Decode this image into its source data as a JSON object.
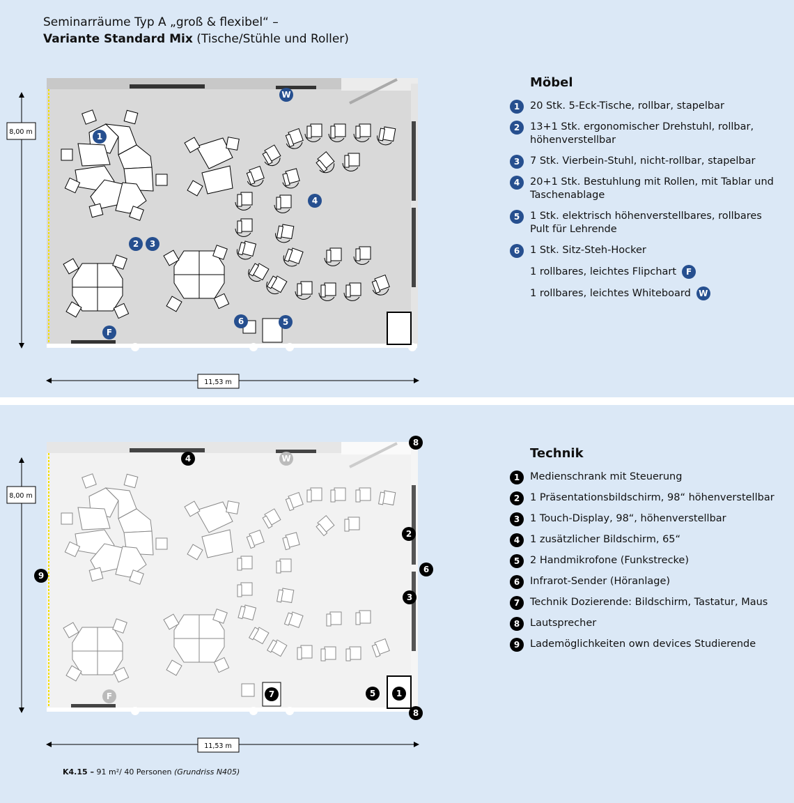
{
  "title": {
    "line1": "Seminarräume Typ A „groß & flexibel“ –",
    "line2_bold": "Variante Standard Mix",
    "line2_rest": " (Tische/Stühle und Roller)"
  },
  "dimensions": {
    "height": "8,00 m",
    "width": "11,53 m"
  },
  "moebel": {
    "heading": "Möbel",
    "items": [
      {
        "num": "1",
        "text": "20 Stk. 5-Eck-Tische, rollbar, stapelbar"
      },
      {
        "num": "2",
        "text": "13+1 Stk. ergonomischer Drehstuhl, rollbar, höhenverstellbar"
      },
      {
        "num": "3",
        "text": "7 Stk. Vierbein-Stuhl, nicht-rollbar, stapelbar"
      },
      {
        "num": "4",
        "text": "20+1 Stk. Bestuhlung mit Rollen, mit Tablar und Taschenablage"
      },
      {
        "num": "5",
        "text": "1 Stk. elektrisch höhenverstellbares, rollbares Pult für Lehrende"
      },
      {
        "num": "6",
        "text": "1 Stk. Sitz-Steh-Hocker"
      }
    ],
    "extras": [
      {
        "text": "1 rollbares, leichtes Flipchart",
        "badge": "F"
      },
      {
        "text": "1 rollbares, leichtes Whiteboard",
        "badge": "W"
      }
    ]
  },
  "technik": {
    "heading": "Technik",
    "items": [
      {
        "num": "1",
        "text": "Medienschrank mit Steuerung"
      },
      {
        "num": "2",
        "text": "1 Präsentationsbildschirm, 98“ höhenverstellbar"
      },
      {
        "num": "3",
        "text": "1 Touch-Display, 98“, höhenverstellbar"
      },
      {
        "num": "4",
        "text": "1 zusätzlicher Bildschirm, 65“"
      },
      {
        "num": "5",
        "text": "2 Handmikrofone (Funkstrecke)"
      },
      {
        "num": "6",
        "text": "Infrarot-Sender (Höranlage)"
      },
      {
        "num": "7",
        "text": "Technik Dozierende: Bildschirm, Tastatur, Maus"
      },
      {
        "num": "8",
        "text": "Lautsprecher"
      },
      {
        "num": "9",
        "text": "Lademöglichkeiten own devices Studierende"
      }
    ]
  },
  "plan_labels": {
    "w": "W",
    "f": "F",
    "m1": "1",
    "m2": "2",
    "m3": "3",
    "m4": "4",
    "m5": "5",
    "m6": "6",
    "t1": "1",
    "t2": "2",
    "t3": "3",
    "t4": "4",
    "t5": "5",
    "t6": "6",
    "t7": "7",
    "t8": "8",
    "t9": "9"
  },
  "footer": {
    "code": "K4.15 –",
    "area": " 91 m²/ 40 Personen ",
    "note": "(Grundriss N405)"
  },
  "colors": {
    "badge_blue": "#264f8f",
    "badge_black": "#000000",
    "room_top": "#d9d9d9",
    "room_bottom": "#f2f2f2",
    "background": "#dbe8f6"
  }
}
